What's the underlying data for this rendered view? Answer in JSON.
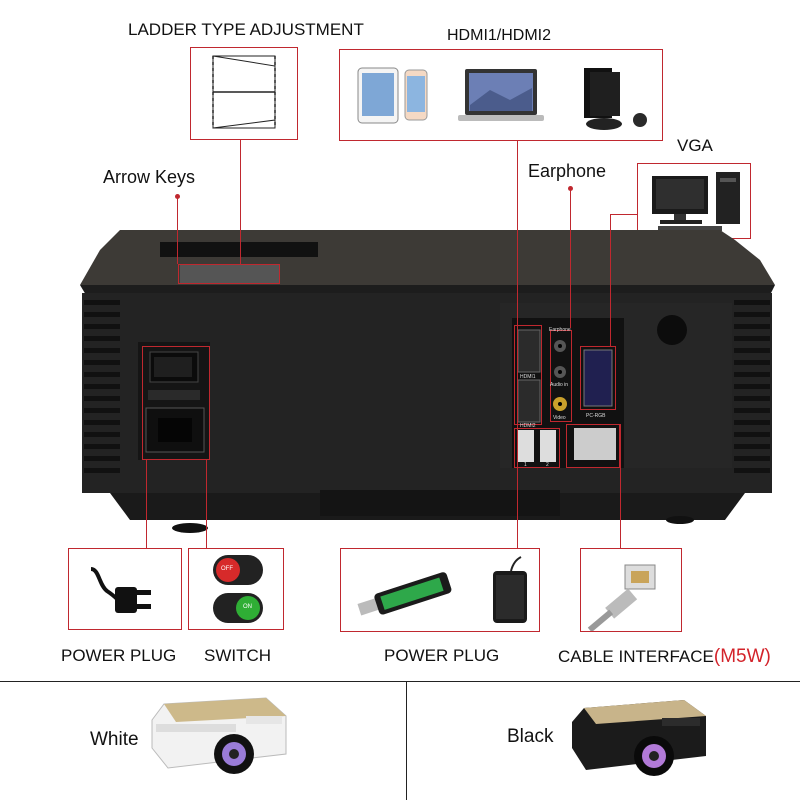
{
  "labels": {
    "ladder": "LADDER TYPE ADJUSTMENT",
    "hdmi": "HDMI1/HDMI2",
    "arrow_keys": "Arrow Keys",
    "earphone": "Earphone",
    "vga": "VGA",
    "power_plug_left": "POWER PLUG",
    "switch": "SWITCH",
    "power_plug_mid": "POWER PLUG",
    "cable_interface": "CABLE INTERFACE",
    "model": "(M5W)"
  },
  "panel_text": {
    "hdmi1": "HDMI1",
    "hdmi2": "HDMI2",
    "earphone_port": "Earphone",
    "audio_in": "Audio in",
    "video": "Video",
    "pc_rgb": "PC-RGB",
    "usb1": "1",
    "usb2": "2"
  },
  "switch_labels": {
    "off": "OFF",
    "on": "ON"
  },
  "variants": {
    "white": "White",
    "black": "Black"
  },
  "colors": {
    "accent": "#c0282f",
    "model_text": "#d3232a",
    "projector_body": "#2b2b2b"
  }
}
